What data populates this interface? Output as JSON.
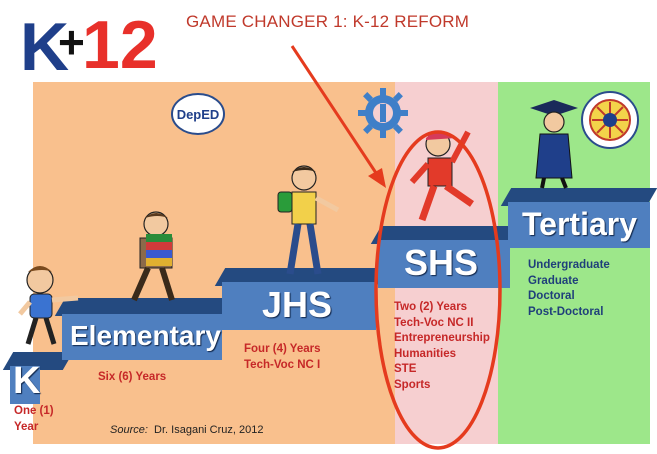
{
  "logo": {
    "text_k": "K",
    "text_plus": "+",
    "text_12": "12"
  },
  "title": "GAME CHANGER 1:  K-12 REFORM",
  "deped_logo": {
    "text": "DepED"
  },
  "tesda_logo": {
    "icon": "gear-emblem"
  },
  "ched_logo": {
    "icon": "ched-seal-icon"
  },
  "steps": {
    "k": {
      "label": "K",
      "lines": [
        "One (1)",
        "Year"
      ]
    },
    "elementary": {
      "label": "Elementary",
      "lines": [
        "Six (6) Years"
      ]
    },
    "jhs": {
      "label": "JHS",
      "lines": [
        "Four (4) Years",
        "Tech-Voc NC I"
      ]
    },
    "shs": {
      "label": "SHS",
      "lines": [
        "Two (2) Years",
        "Tech-Voc NC II",
        "Entrepreneurship",
        "Humanities",
        "STE",
        "Sports"
      ]
    },
    "tertiary": {
      "label": "Tertiary",
      "lines": [
        "Undergraduate",
        "Graduate",
        "Doctoral",
        "Post-Doctoral"
      ]
    }
  },
  "source": {
    "prefix": "Source:",
    "text": "Dr. Isagani Cruz, 2012"
  },
  "colors": {
    "orange_zone": "#f9c08d",
    "pink_zone": "#f6cfd0",
    "green_zone": "#9de78a",
    "step_blue": "#4f7fbf",
    "highlight_red": "#e53b1e"
  }
}
